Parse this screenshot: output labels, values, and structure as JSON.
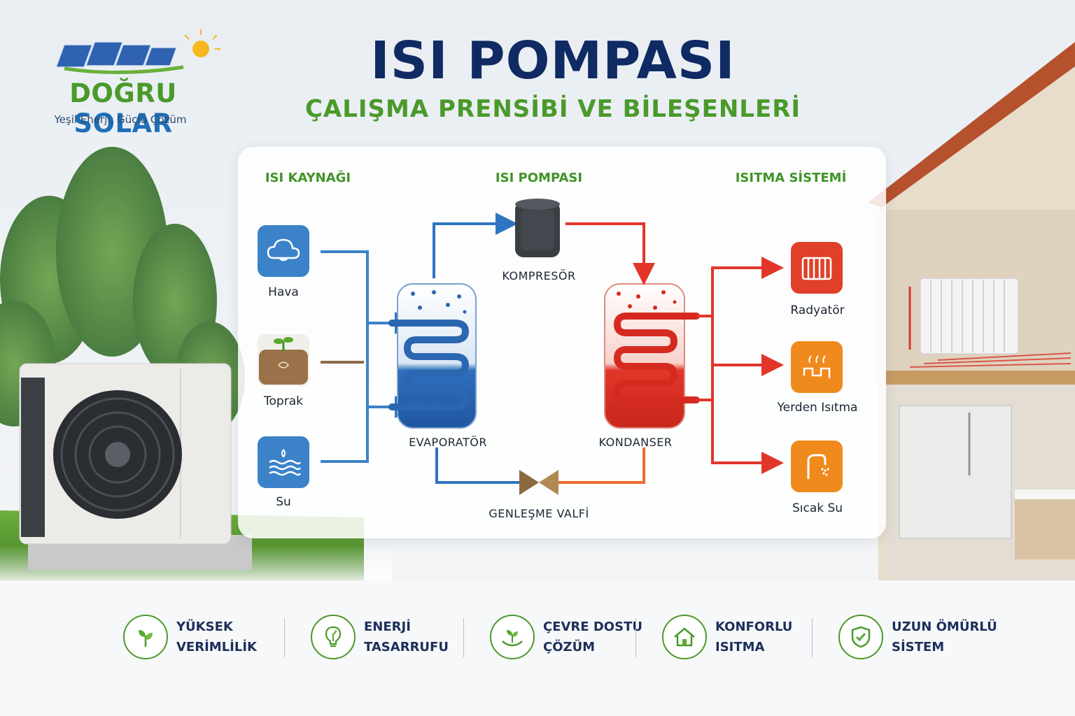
{
  "brand": {
    "name_part1": "DOĞRU",
    "name_part2": "SOLAR",
    "tagline": "Yeşil Enerji, Güçlü Çözüm"
  },
  "title": "ISI POMPASI",
  "subtitle": "ÇALIŞMA PRENSİBİ VE BİLEŞENLERİ",
  "columns": {
    "source": "ISI KAYNAĞI",
    "pump": "ISI POMPASI",
    "system": "ISITMA SİSTEMİ"
  },
  "sources": [
    {
      "label": "Hava",
      "icon": "cloud-icon",
      "color": "#3b82c9"
    },
    {
      "label": "Toprak",
      "icon": "soil-sprout-icon",
      "color": "#8a6a4a"
    },
    {
      "label": "Su",
      "icon": "water-waves-icon",
      "color": "#3b82c9"
    }
  ],
  "components": {
    "compressor": "KOMPRESÖR",
    "evaporator": "EVAPORATÖR",
    "condenser": "KONDANSER",
    "valve": "GENLEŞME VALFİ"
  },
  "outputs": [
    {
      "label": "Radyatör",
      "icon": "radiator-icon",
      "color": "#e0402a"
    },
    {
      "label": "Yerden Isıtma",
      "icon": "floor-heating-icon",
      "color": "#f08a1c"
    },
    {
      "label": "Sıcak Su",
      "icon": "faucet-icon",
      "color": "#f08a1c"
    }
  ],
  "benefits": [
    {
      "line1": "YÜKSEK",
      "line2": "VERİMLİLİK",
      "icon": "leaf-icon"
    },
    {
      "line1": "ENERJİ",
      "line2": "TASARRUFU",
      "icon": "lightbulb-icon"
    },
    {
      "line1": "ÇEVRE DOSTU",
      "line2": "ÇÖZÜM",
      "icon": "hands-plant-icon"
    },
    {
      "line1": "KONFORLU",
      "line2": "ISITMA",
      "icon": "house-icon"
    },
    {
      "line1": "UZUN ÖMÜRLÜ",
      "line2": "SİSTEM",
      "icon": "shield-check-icon"
    }
  ],
  "colors": {
    "cold": "#2f74c0",
    "hot": "#e2362a",
    "green": "#4a9a2a",
    "navy": "#102a63"
  }
}
